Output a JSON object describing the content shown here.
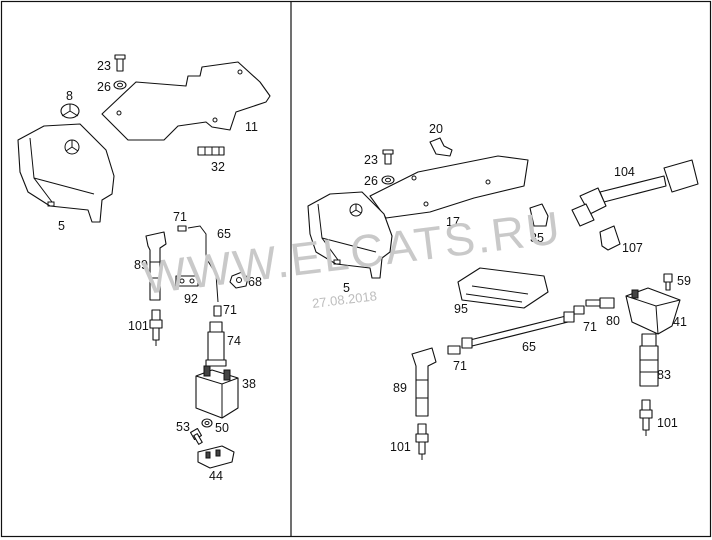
{
  "watermark": {
    "text": "WWW.ELCATS.RU",
    "date": "27.08.2018"
  },
  "left_panel": {
    "labels": {
      "l23": "23",
      "l26": "26",
      "l8": "8",
      "l11": "11",
      "l32": "32",
      "l5": "5",
      "l71a": "71",
      "l65": "65",
      "l89": "89",
      "l92": "92",
      "l68": "68",
      "l71b": "71",
      "l101": "101",
      "l74": "74",
      "l38": "38",
      "l53": "53",
      "l50": "50",
      "l44": "44"
    }
  },
  "right_panel": {
    "labels": {
      "l20": "20",
      "l23": "23",
      "l26": "26",
      "l104": "104",
      "l17": "17",
      "l35": "35",
      "l107": "107",
      "l5": "5",
      "l59": "59",
      "l95": "95",
      "l80": "80",
      "l71a": "71",
      "l41": "41",
      "l65": "65",
      "l71b": "71",
      "l83": "83",
      "l89": "89",
      "l101a": "101",
      "l101b": "101"
    }
  }
}
